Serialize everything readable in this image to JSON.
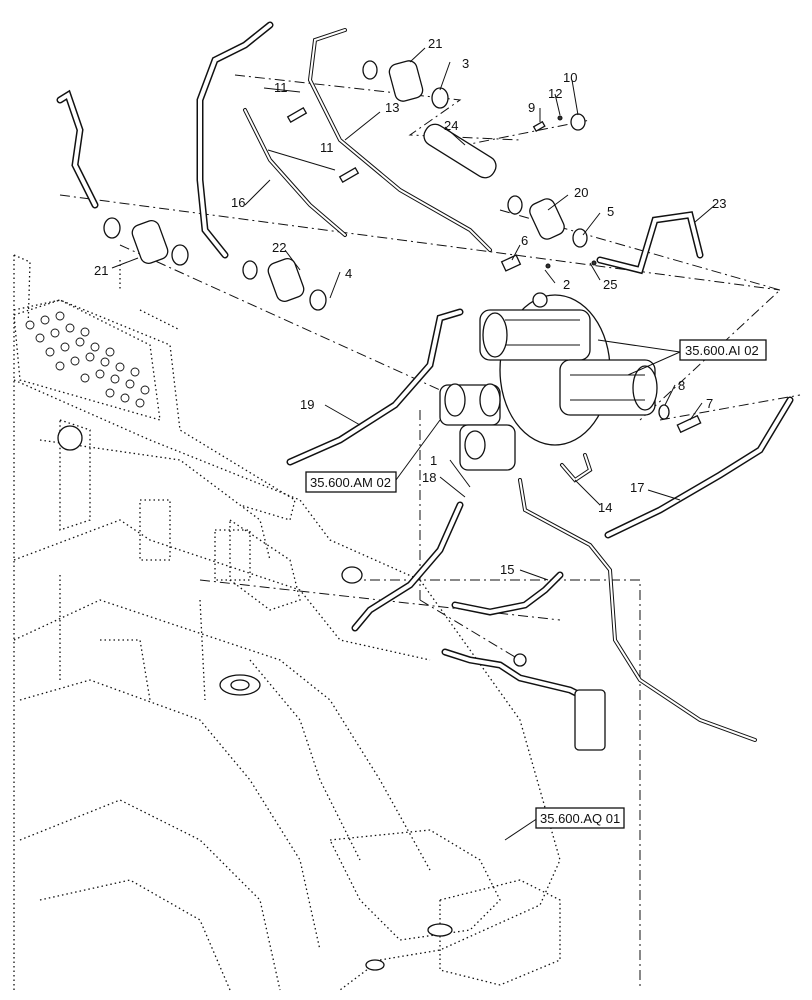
{
  "callouts": [
    "1",
    "2",
    "3",
    "4",
    "5",
    "6",
    "7",
    "8",
    "9",
    "10",
    "11",
    "11",
    "12",
    "13",
    "14",
    "15",
    "16",
    "17",
    "18",
    "19",
    "20",
    "21",
    "21",
    "22",
    "23",
    "24",
    "25"
  ],
  "references": [
    "35.600.AI 02",
    "35.600.AM 02",
    "35.600.AQ 01"
  ]
}
